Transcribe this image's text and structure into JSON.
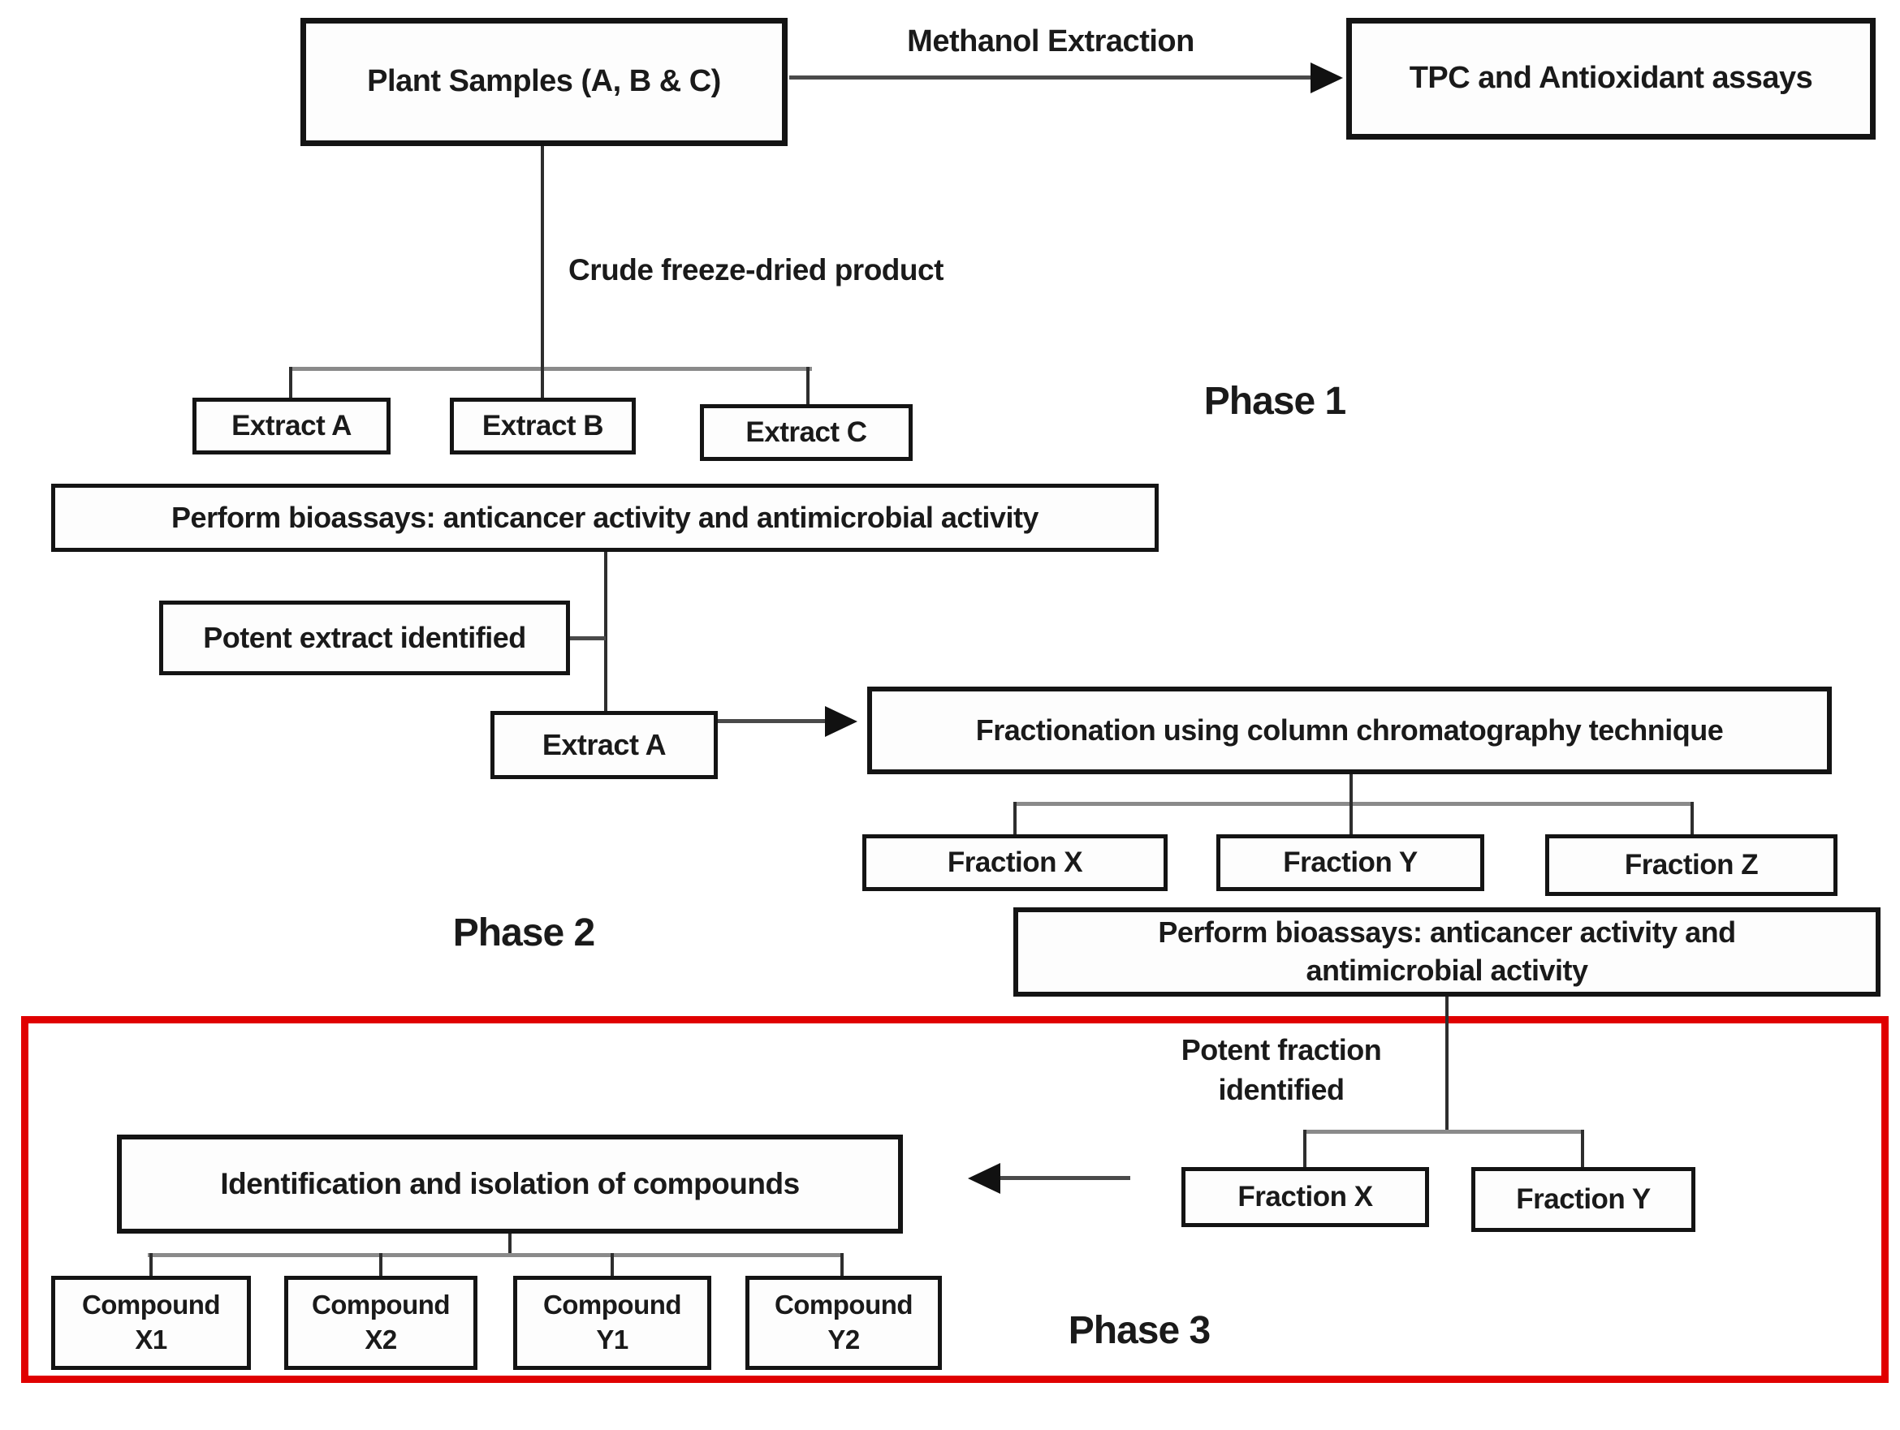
{
  "phases": {
    "p1": "Phase 1",
    "p2": "Phase 2",
    "p3": "Phase 3"
  },
  "edge_labels": {
    "methanol_extraction": "Methanol Extraction",
    "crude_product": "Crude freeze-dried product",
    "potent_fraction_line1": "Potent fraction",
    "potent_fraction_line2": "identified"
  },
  "nodes": {
    "plant_samples": "Plant Samples (A, B & C)",
    "tpc_assays": "TPC and Antioxidant assays",
    "extract_a": "Extract A",
    "extract_b": "Extract B",
    "extract_c": "Extract C",
    "bioassays_extracts": "Perform bioassays: anticancer activity and antimicrobial activity",
    "potent_extract": "Potent extract identified",
    "extract_a_selected": "Extract A",
    "fractionation": "Fractionation using column chromatography technique",
    "fraction_x": "Fraction X",
    "fraction_y": "Fraction Y",
    "fraction_z": "Fraction Z",
    "bioassays_fractions_line1": "Perform bioassays: anticancer activity and",
    "bioassays_fractions_line2": "antimicrobial activity",
    "fraction_x_selected": "Fraction X",
    "fraction_y_selected": "Fraction Y",
    "identification": "Identification and isolation of compounds"
  },
  "compounds": [
    {
      "name": "Compound",
      "id": "X1"
    },
    {
      "name": "Compound",
      "id": "X2"
    },
    {
      "name": "Compound",
      "id": "Y1"
    },
    {
      "name": "Compound",
      "id": "Y2"
    }
  ],
  "colors": {
    "phase3_highlight": "#e00000",
    "box_border": "#141414",
    "connector_dark": "#2e2e2e",
    "connector_gray": "#8a8a8a"
  }
}
